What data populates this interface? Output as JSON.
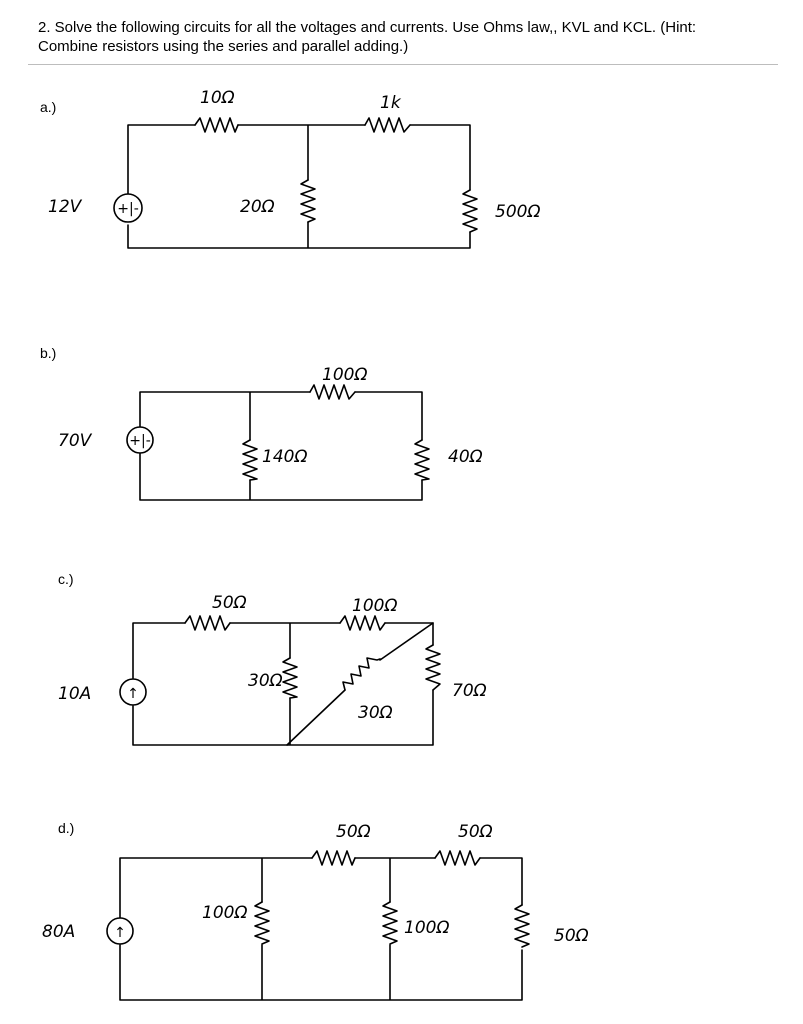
{
  "heading": {
    "line1": "2. Solve the following circuits for all the voltages and currents. Use Ohms law,, KVL and KCL. (Hint:",
    "line2": "Combine resistors using the series and parallel adding.)"
  },
  "parts": {
    "a": {
      "label": "a.)",
      "source": {
        "value": "12V",
        "symbol": "+|-"
      },
      "resistors": {
        "r_series_1": "10Ω",
        "r_shunt": "20Ω",
        "r_series_2": "1k",
        "r_load": "500Ω"
      }
    },
    "b": {
      "label": "b.)",
      "source": {
        "value": "70V",
        "symbol": "+|-"
      },
      "resistors": {
        "r_shunt": "140Ω",
        "r_series": "100Ω",
        "r_load": "40Ω"
      }
    },
    "c": {
      "label": "c.)",
      "source": {
        "value": "10A",
        "symbol": "↑"
      },
      "resistors": {
        "r_series_1": "50Ω",
        "r_shunt": "30Ω",
        "r_series_2": "100Ω",
        "r_diagonal": "30Ω",
        "r_load": "70Ω"
      }
    },
    "d": {
      "label": "d.)",
      "source": {
        "value": "80A",
        "symbol": "↑"
      },
      "resistors": {
        "r_shunt_1": "100Ω",
        "r_series_1": "50Ω",
        "r_shunt_2": "100Ω",
        "r_series_2": "50Ω",
        "r_load": "50Ω"
      }
    }
  }
}
